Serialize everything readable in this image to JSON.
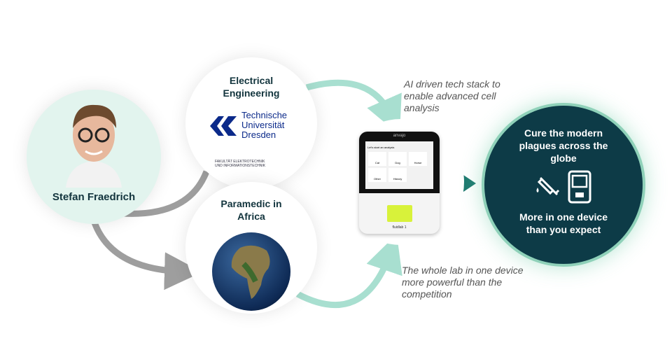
{
  "person": {
    "name": "Stefan Fraedrich"
  },
  "electrical": {
    "title": "Electrical Engineering",
    "tu_line1": "Technische",
    "tu_line2": "Universität",
    "tu_line3": "Dresden",
    "faculty_line1": "FAKULTÄT ELEKTROTECHNIK",
    "faculty_line2": "UND INFORMATIONSTECHNIK"
  },
  "paramedic": {
    "title": "Paramedic in Africa"
  },
  "captions": {
    "top": "AI driven tech stack to enable advanced cell analysis",
    "bottom": "The whole lab in one device more powerful than the competition"
  },
  "device": {
    "brand": "anvajo",
    "screen_title": "Let's start an analysis",
    "tiles": [
      "Cat",
      "Dog",
      "Horse",
      "Other",
      "History"
    ],
    "label": "fluidlab 1"
  },
  "result": {
    "headline": "Cure the modern plagues across the globe",
    "subline": "More in one device than you expect",
    "icons": [
      "syringe-icon",
      "device-icon"
    ]
  },
  "colors": {
    "dark": "#0d3b47",
    "arrow_green": "#a8dfd0",
    "arrow_gray": "#9e9e9e",
    "accent": "#1e7a70"
  }
}
